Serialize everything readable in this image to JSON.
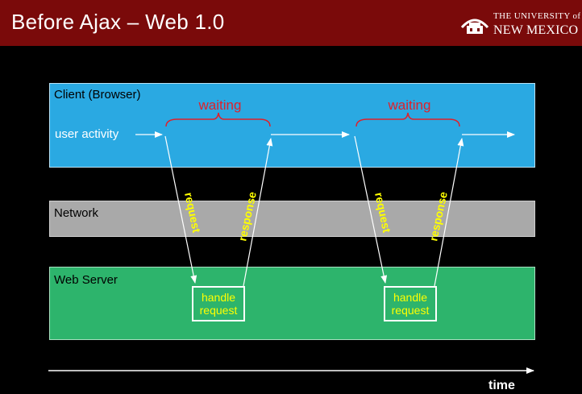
{
  "slide": {
    "title": "Before Ajax – Web 1.0",
    "logo_line1": "THE UNIVERSITY of",
    "logo_line2": "NEW MEXICO"
  },
  "lanes": {
    "client": "Client (Browser)",
    "network": "Network",
    "server": "Web Server"
  },
  "labels": {
    "user_activity": "user activity",
    "waiting": "waiting",
    "request": "request",
    "response": "response",
    "handle_line1": "handle",
    "handle_line2": "request",
    "time": "time"
  },
  "colors": {
    "header_bg": "#7a0a0a",
    "client_lane": "#2aa9e2",
    "network_lane": "#a9a9a9",
    "server_lane": "#2db46c",
    "waiting_text": "#e0202a",
    "arrow_label": "#ffff00"
  }
}
